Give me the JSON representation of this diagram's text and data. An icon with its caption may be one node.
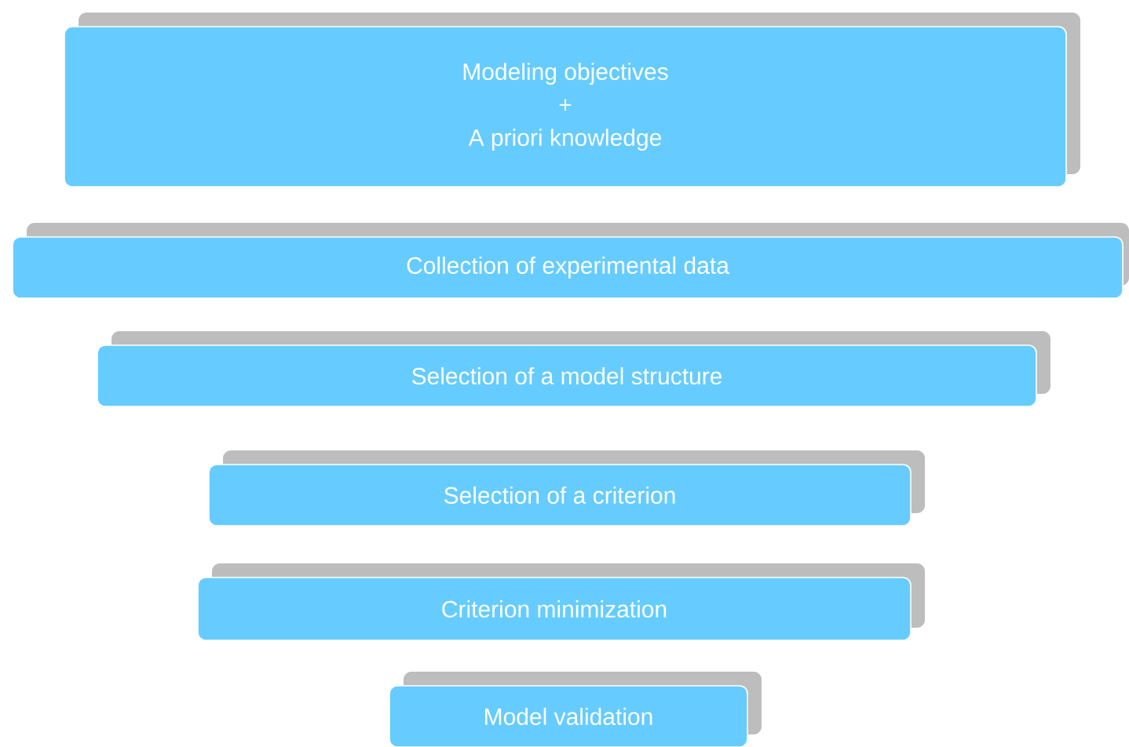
{
  "diagram": {
    "nodes": [
      {
        "text": [
          "Modeling objectives",
          "+",
          "A priori knowledge"
        ]
      },
      {
        "text": [
          "Collection of experimental data"
        ]
      },
      {
        "text": [
          "Selection of a model structure"
        ]
      },
      {
        "text": [
          "Selection of a criterion"
        ]
      },
      {
        "text": [
          "Criterion minimization"
        ]
      },
      {
        "text": [
          "Model validation"
        ]
      }
    ]
  }
}
